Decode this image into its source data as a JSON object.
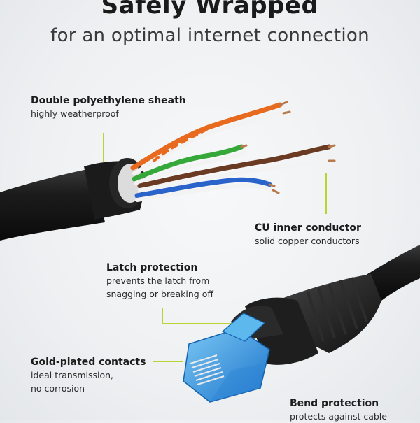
{
  "header": {
    "title": "Safely Wrapped",
    "subtitle": "for an optimal internet connection"
  },
  "callouts": {
    "sheath": {
      "title": "Double polyethylene sheath",
      "desc": [
        "highly weatherproof"
      ]
    },
    "conductor": {
      "title": "CU inner conductor",
      "desc": [
        "solid copper conductors"
      ]
    },
    "latch": {
      "title": "Latch protection",
      "desc": [
        "prevents the latch from",
        "snagging or breaking off"
      ]
    },
    "contacts": {
      "title": "Gold-plated contacts",
      "desc": [
        "ideal transmission,",
        "no corrosion"
      ]
    },
    "bend": {
      "title": "Bend protection",
      "desc": [
        "protects against cable"
      ]
    }
  },
  "colors": {
    "accent": "#b8d432",
    "cable": "#1a1a1a",
    "plug": "#3aa0e8"
  }
}
